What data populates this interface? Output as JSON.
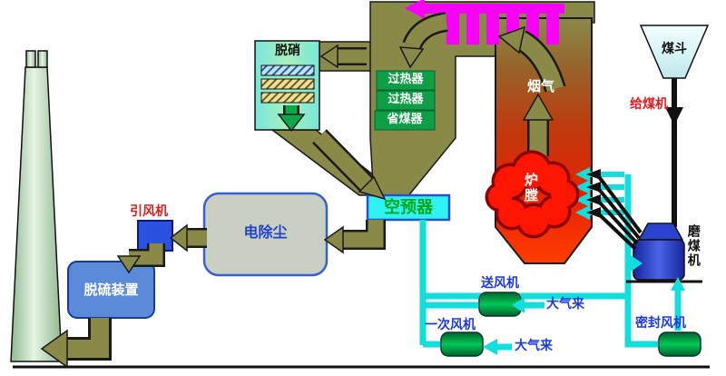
{
  "labels": {
    "denitration": "脱硝",
    "superheater": "过热器",
    "economizer": "省煤器",
    "flue_gas": "烟气",
    "furnace": "炉膛",
    "air_preheater": "空预器",
    "precipitator": "电除尘",
    "induced_draft_fan": "引风机",
    "desulfurization": "脱硫装置",
    "coal_hopper": "煤斗",
    "coal_feeder": "给煤机",
    "coal_mill": "磨煤机",
    "forced_draft_fan": "送风机",
    "primary_air_fan": "一次风机",
    "seal_fan": "密封风机",
    "air_from_atmosphere": "大气来"
  },
  "colors": {
    "flue_duct_olive": "#8a8a48",
    "air_duct_cyan": "#12dede",
    "furnace_red": "#ff2a00",
    "steam_magenta": "#f800f8",
    "equipment_blue": "#2a52e0",
    "esp_gray": "#c9d0c2",
    "desulfurization_blue": "#5b8ad8",
    "catalyst_yellow": "#ecdf9a",
    "label_blue": "#1a3ae0",
    "label_red": "#e01c1c",
    "label_green": "#00a818"
  }
}
